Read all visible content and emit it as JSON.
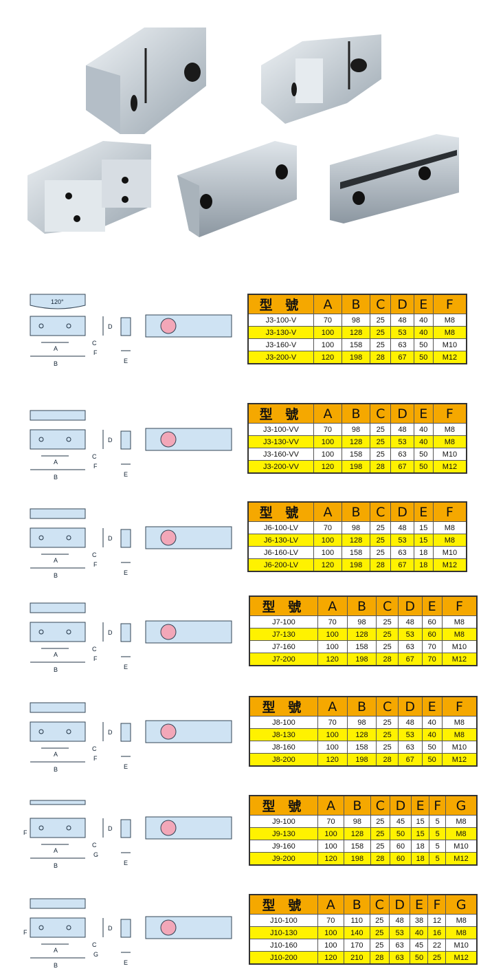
{
  "header_label": "型 號",
  "sections": [
    {
      "id": "j3-v",
      "columns": [
        "A",
        "B",
        "C",
        "D",
        "E",
        "F"
      ],
      "angle": "120°",
      "labels": [
        "A",
        "B",
        "C",
        "D",
        "E",
        "F"
      ],
      "rows": [
        [
          "J3-100-V",
          "70",
          "98",
          "25",
          "48",
          "40",
          "M8"
        ],
        [
          "J3-130-V",
          "100",
          "128",
          "25",
          "53",
          "40",
          "M8"
        ],
        [
          "J3-160-V",
          "100",
          "158",
          "25",
          "63",
          "50",
          "M10"
        ],
        [
          "J3-200-V",
          "120",
          "198",
          "28",
          "67",
          "50",
          "M12"
        ]
      ]
    },
    {
      "id": "j3-vv",
      "columns": [
        "A",
        "B",
        "C",
        "D",
        "E",
        "F"
      ],
      "labels": [
        "A",
        "B",
        "C",
        "D",
        "E",
        "F"
      ],
      "rows": [
        [
          "J3-100-VV",
          "70",
          "98",
          "25",
          "48",
          "40",
          "M8"
        ],
        [
          "J3-130-VV",
          "100",
          "128",
          "25",
          "53",
          "40",
          "M8"
        ],
        [
          "J3-160-VV",
          "100",
          "158",
          "25",
          "63",
          "50",
          "M10"
        ],
        [
          "J3-200-VV",
          "120",
          "198",
          "28",
          "67",
          "50",
          "M12"
        ]
      ]
    },
    {
      "id": "j6-lv",
      "columns": [
        "A",
        "B",
        "C",
        "D",
        "E",
        "F"
      ],
      "labels": [
        "A",
        "B",
        "C",
        "D",
        "E",
        "F"
      ],
      "rows": [
        [
          "J6-100-LV",
          "70",
          "98",
          "25",
          "48",
          "15",
          "M8"
        ],
        [
          "J6-130-LV",
          "100",
          "128",
          "25",
          "53",
          "15",
          "M8"
        ],
        [
          "J6-160-LV",
          "100",
          "158",
          "25",
          "63",
          "18",
          "M10"
        ],
        [
          "J6-200-LV",
          "120",
          "198",
          "28",
          "67",
          "18",
          "M12"
        ]
      ]
    },
    {
      "id": "j7",
      "columns": [
        "A",
        "B",
        "C",
        "D",
        "E",
        "F"
      ],
      "labels": [
        "A",
        "B",
        "C",
        "D",
        "E",
        "F"
      ],
      "rows": [
        [
          "J7-100",
          "70",
          "98",
          "25",
          "48",
          "60",
          "M8"
        ],
        [
          "J7-130",
          "100",
          "128",
          "25",
          "53",
          "60",
          "M8"
        ],
        [
          "J7-160",
          "100",
          "158",
          "25",
          "63",
          "70",
          "M10"
        ],
        [
          "J7-200",
          "120",
          "198",
          "28",
          "67",
          "70",
          "M12"
        ]
      ]
    },
    {
      "id": "j8",
      "columns": [
        "A",
        "B",
        "C",
        "D",
        "E",
        "F"
      ],
      "labels": [
        "A",
        "B",
        "C",
        "D",
        "E",
        "F"
      ],
      "rows": [
        [
          "J8-100",
          "70",
          "98",
          "25",
          "48",
          "40",
          "M8"
        ],
        [
          "J8-130",
          "100",
          "128",
          "25",
          "53",
          "40",
          "M8"
        ],
        [
          "J8-160",
          "100",
          "158",
          "25",
          "63",
          "50",
          "M10"
        ],
        [
          "J8-200",
          "120",
          "198",
          "28",
          "67",
          "50",
          "M12"
        ]
      ]
    },
    {
      "id": "j9",
      "columns": [
        "A",
        "B",
        "C",
        "D",
        "E",
        "F",
        "G"
      ],
      "labels": [
        "A",
        "B",
        "C",
        "D",
        "E",
        "G",
        "F"
      ],
      "rows": [
        [
          "J9-100",
          "70",
          "98",
          "25",
          "45",
          "15",
          "5",
          "M8"
        ],
        [
          "J9-130",
          "100",
          "128",
          "25",
          "50",
          "15",
          "5",
          "M8"
        ],
        [
          "J9-160",
          "100",
          "158",
          "25",
          "60",
          "18",
          "5",
          "M10"
        ],
        [
          "J9-200",
          "120",
          "198",
          "28",
          "60",
          "18",
          "5",
          "M12"
        ]
      ]
    },
    {
      "id": "j10",
      "columns": [
        "A",
        "B",
        "C",
        "D",
        "E",
        "F",
        "G"
      ],
      "labels": [
        "A",
        "B",
        "C",
        "D",
        "E",
        "G",
        "F"
      ],
      "rows": [
        [
          "J10-100",
          "70",
          "110",
          "25",
          "48",
          "38",
          "12",
          "M8"
        ],
        [
          "J10-130",
          "100",
          "140",
          "25",
          "53",
          "40",
          "16",
          "M8"
        ],
        [
          "J10-160",
          "100",
          "170",
          "25",
          "63",
          "45",
          "22",
          "M10"
        ],
        [
          "J10-200",
          "120",
          "210",
          "28",
          "63",
          "50",
          "25",
          "M12"
        ]
      ]
    }
  ],
  "colors": {
    "header": "#f5a800",
    "highlight": "#fff200",
    "steel": "#c9d3dc",
    "blueprint": "#cfe3f3"
  }
}
